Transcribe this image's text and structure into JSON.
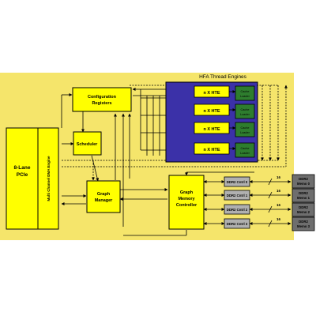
{
  "diagram": {
    "title": "HFA Thread Engines",
    "pcie": {
      "line1": "8-Lane",
      "line2": "PCIe"
    },
    "dma": "Multi Channel DMA Engine",
    "config": {
      "line1": "Configuration",
      "line2": "Registers"
    },
    "scheduler": "Scheduler",
    "graph_manager": {
      "line1": "Graph",
      "line2": "Manager"
    },
    "gmc": {
      "line1": "Graph",
      "line2": "Memory",
      "line3": "Controller"
    },
    "engines": [
      {
        "label": "n X HTE",
        "cache": {
          "line1": "Cache",
          "line2": "Loader"
        }
      },
      {
        "label": "n X HTE",
        "cache": {
          "line1": "Cache",
          "line2": "Loader"
        }
      },
      {
        "label": "n X HTE",
        "cache": {
          "line1": "Cache",
          "line2": "Loader"
        }
      },
      {
        "label": "n X HTE",
        "cache": {
          "line1": "Cache",
          "line2": "Loader"
        }
      }
    ],
    "ddr_ctrls": [
      "DDR2 Cntrl 0",
      "DDR2 Cntrl 1",
      "DDR2 Cntrl 2",
      "DDR2 Cntrl 3"
    ],
    "bus_width": "16",
    "mems": [
      {
        "line1": "DDR2",
        "line2": "Memo 0"
      },
      {
        "line1": "DDR2",
        "line2": "Memo 1"
      },
      {
        "line1": "DDR2",
        "line2": "Memo 2"
      },
      {
        "line1": "DDR2",
        "line2": "Memo 3"
      }
    ],
    "colors": {
      "background": "#f5e56b",
      "block": "#ffff00",
      "engines_panel": "#3b31a8",
      "cache_loader": "#2e7d2e",
      "ddr_ctrl": "#b0b0b0",
      "memory": "#6e6e6e"
    }
  }
}
